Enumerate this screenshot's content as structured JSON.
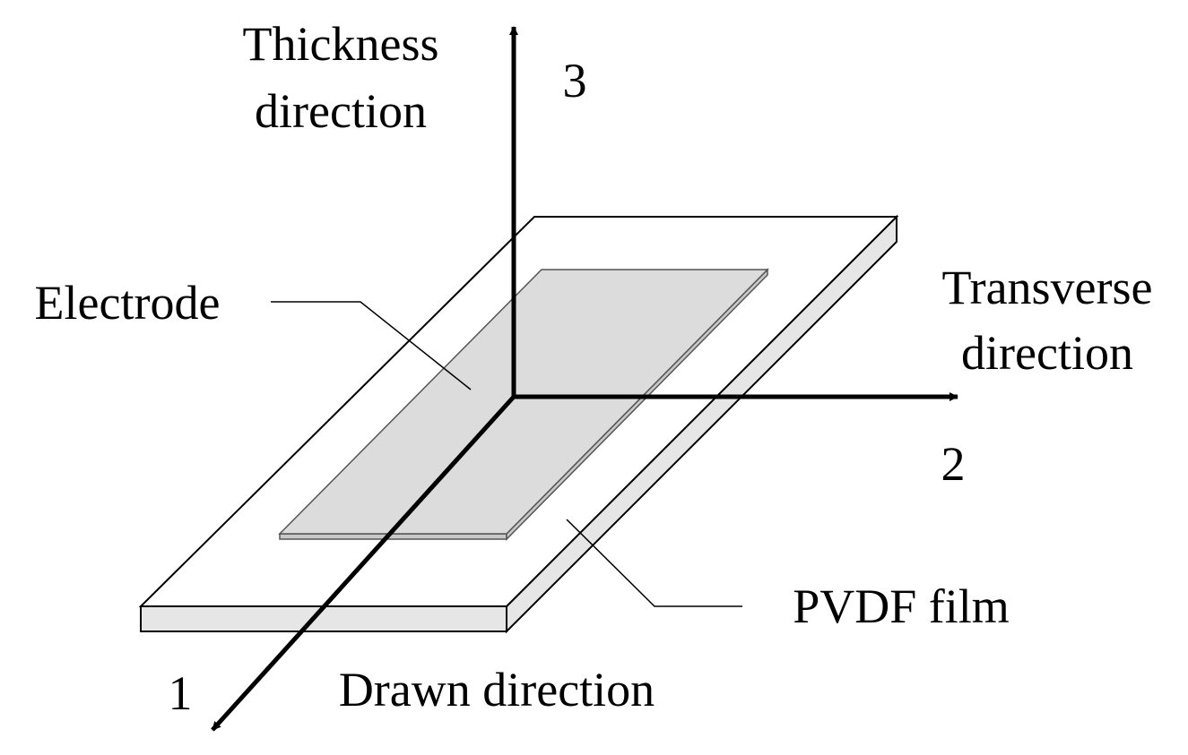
{
  "labels": {
    "thickness_line1": "Thickness",
    "thickness_line2": "direction",
    "transverse_line1": "Transverse",
    "transverse_line2": "direction",
    "electrode": "Electrode",
    "pvdf_film": "PVDF film",
    "drawn": "Drawn direction"
  },
  "axes": {
    "axis1": "1",
    "axis2": "2",
    "axis3": "3"
  },
  "colors": {
    "electrode_fill": "#dcdcdc",
    "film_side_fill": "#e6e6e6",
    "stroke": "#000000"
  }
}
